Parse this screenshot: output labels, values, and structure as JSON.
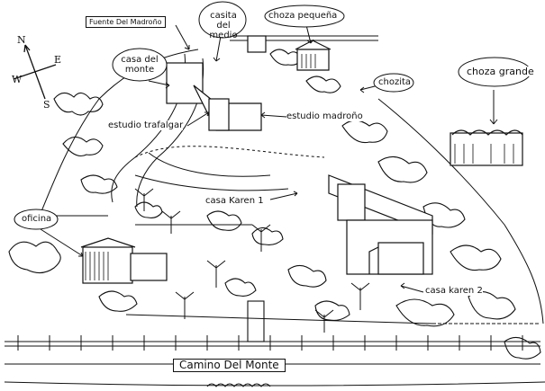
{
  "title": "Fuente Del Madroño",
  "compass": {
    "n": "N",
    "e": "E",
    "s": "S",
    "w": "W"
  },
  "labels": {
    "fuente": "Fuente Del Madroño",
    "casita_medio": "casita del medio",
    "choza_pequena": "choza pequeña",
    "casa_monte": "casa del monte",
    "choza_grande": "choza grande",
    "chozita": "chozita",
    "estudio_trafalgar": "estudio trafalgar",
    "estudio_madrono": "estudio madroño",
    "casa_karen_1": "casa Karen 1",
    "oficina": "oficina",
    "casa_karen_2": "casa karen 2",
    "road": "Camino Del Monte"
  },
  "colors": {
    "ink": "#111111",
    "paper": "#ffffff"
  }
}
